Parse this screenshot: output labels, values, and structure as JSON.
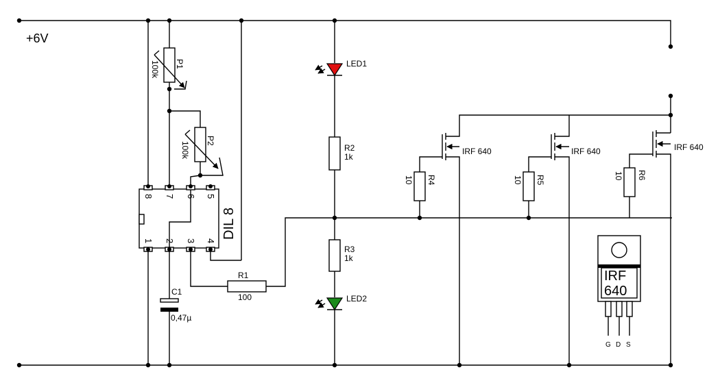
{
  "supply_label": "+6V",
  "ic": {
    "label": "DIL 8",
    "pins_top": [
      "8",
      "7",
      "6",
      "5"
    ],
    "pins_bottom": [
      "1",
      "2",
      "3",
      "4"
    ]
  },
  "p1": {
    "name": "P1",
    "value": "100k"
  },
  "p2": {
    "name": "P2",
    "value": "100k"
  },
  "c1": {
    "name": "C1",
    "value": "0,47µ"
  },
  "r1": {
    "name": "R1",
    "value": "100"
  },
  "led1": {
    "name": "LED1",
    "color": "#e01010"
  },
  "led2": {
    "name": "LED2",
    "color": "#1a8a1a"
  },
  "r2": {
    "name": "R2",
    "value": "1k"
  },
  "r3": {
    "name": "R3",
    "value": "1k"
  },
  "mosfets": [
    {
      "label": "IRF 640"
    },
    {
      "label": "IRF 640"
    },
    {
      "label": "IRF 640"
    }
  ],
  "r4": {
    "name": "R4",
    "value": "10"
  },
  "r5": {
    "name": "R5",
    "value": "10"
  },
  "r6": {
    "name": "R6",
    "value": "10"
  },
  "package": {
    "line1": "IRF",
    "line2": "640",
    "pins": [
      "G",
      "D",
      "S"
    ]
  }
}
